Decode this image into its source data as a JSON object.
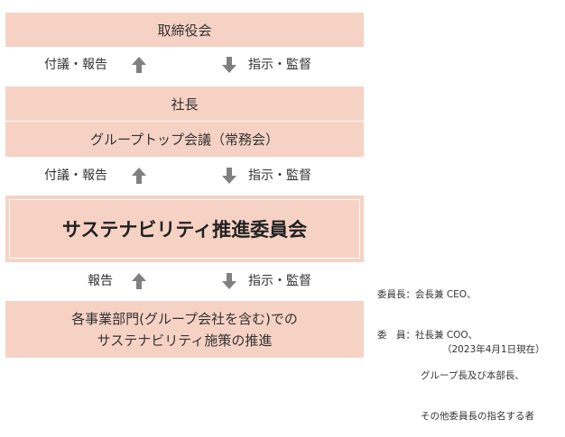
{
  "boxes": {
    "board": "取締役会",
    "president": "社長",
    "group_meeting": "グループトップ会議（常務会）",
    "committee": "サステナビリティ推進委員会",
    "divisions_line1": "各事業部門(グループ会社を含む)での",
    "divisions_line2": "サステナビリティ施策の推進"
  },
  "flows": {
    "row1_up": "付議・報告",
    "row1_down": "指示・監督",
    "row2_up": "付議・報告",
    "row2_down": "指示・監督",
    "row3_up": "報告",
    "row3_down": "指示・監督"
  },
  "notes": {
    "chair_label": "委員長：",
    "chair_value": "会長兼 CEO、",
    "members_label": "委　員：",
    "members_line1": "社長兼 COO、",
    "members_line2": "グループ長及び本部長、",
    "members_line3": "その他委員長の指名する者",
    "date": "（2023年4月1日現在）"
  },
  "colors": {
    "box_fill": "#f6d2c4",
    "arrow": "#808080",
    "text": "#333333"
  },
  "icons": {
    "up": "arrow-up-icon",
    "down": "arrow-down-icon"
  }
}
